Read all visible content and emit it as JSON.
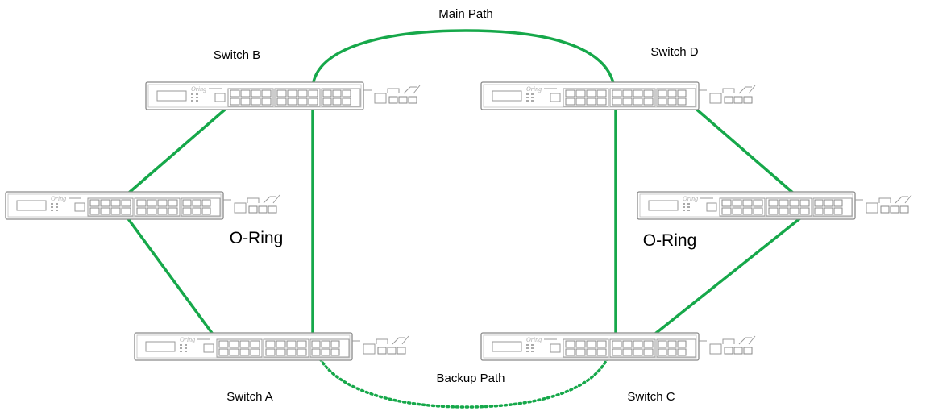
{
  "labels": {
    "main_path": "Main Path",
    "backup_path": "Backup Path",
    "switch_a": "Switch A",
    "switch_b": "Switch B",
    "switch_c": "Switch C",
    "switch_d": "Switch D",
    "ring_left": "O-Ring",
    "ring_right": "O-Ring"
  },
  "device_logo": "Oring",
  "colors": {
    "link": "#16a84a",
    "device_outline": "#8a8a8a",
    "background": "#ffffff"
  }
}
